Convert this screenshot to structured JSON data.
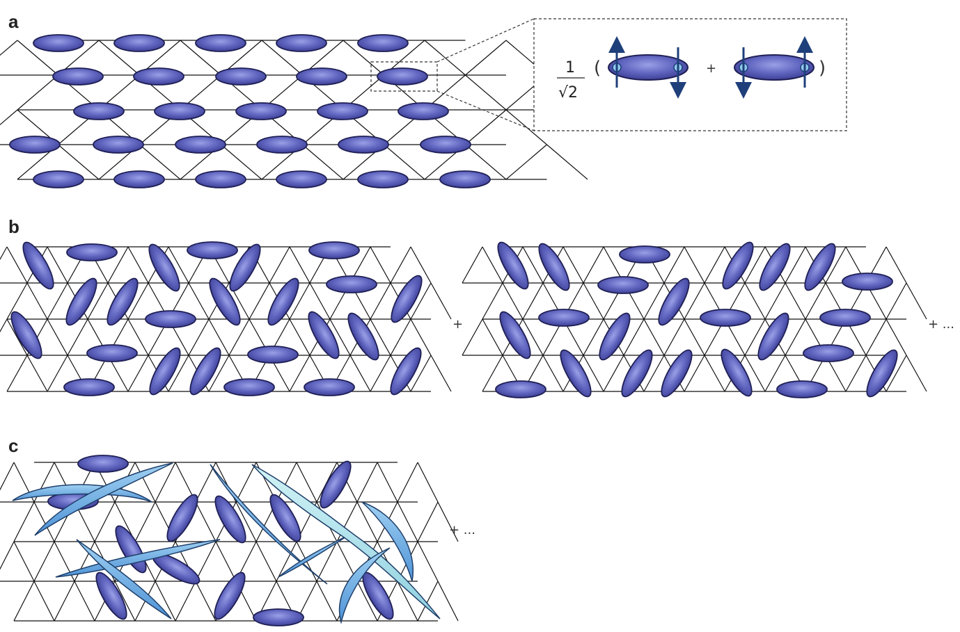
{
  "panels": [
    {
      "label": "a"
    },
    {
      "label": "b",
      "plus": "+",
      "continuation": "+ ..."
    },
    {
      "label": "c",
      "continuation": "+ ..."
    }
  ],
  "singlet": {
    "numerator": "1",
    "denominator": "√2",
    "open_paren": "(",
    "plus": "+",
    "close_paren": ")"
  },
  "colors": {
    "dimer": "#5b5fb8",
    "dimer_dark": "#1f1f55",
    "lattice": "#111111",
    "arrow": "#1e3f7a",
    "long_bond": "#6fb0e2",
    "long_bond_light": "#a6e0ea"
  }
}
